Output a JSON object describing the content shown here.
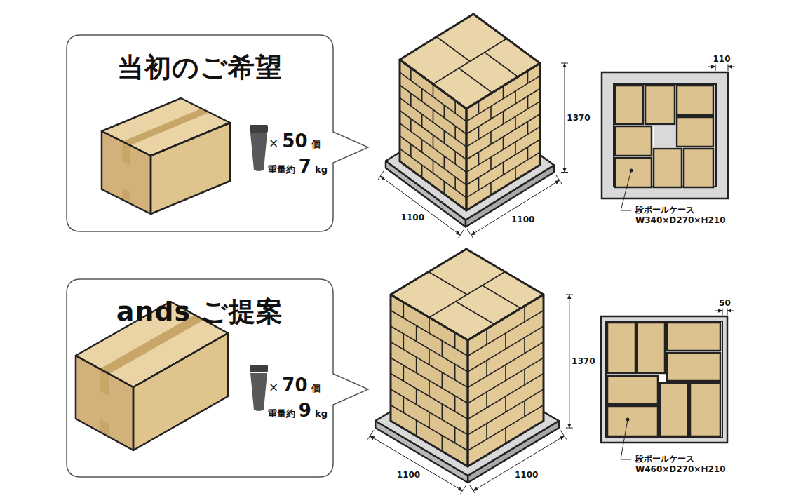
{
  "diagram": {
    "nodes": [
      {
        "text": [
          "当初のご希望",
          "× 50 個",
          "重量約 7 kg"
        ]
      },
      {
        "text": [
          "ands ご提案",
          "× 70 個",
          "重量約 9 kg"
        ]
      }
    ],
    "labels": [
      "1370",
      "1100",
      "1100",
      "110",
      "段ボールケース W340×D270×H210",
      "1370",
      "1100",
      "1100",
      "50",
      "段ボールケース W460×D270×H210"
    ]
  }
}
